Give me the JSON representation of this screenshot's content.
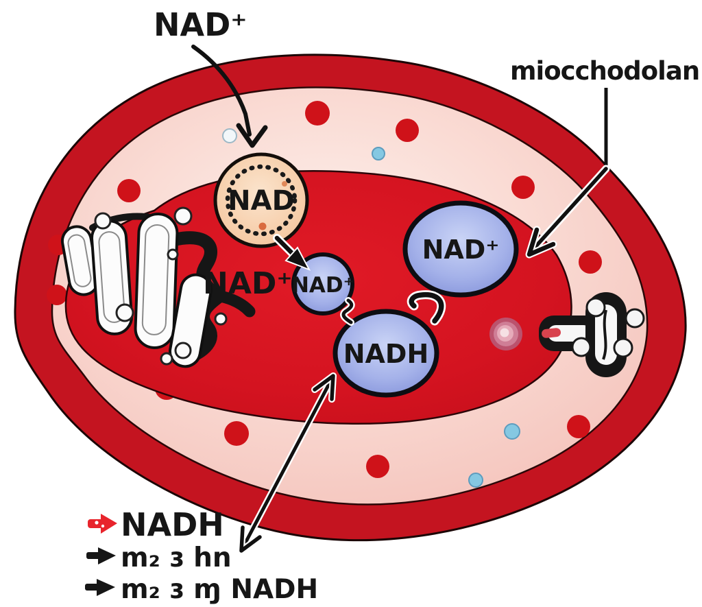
{
  "callouts": {
    "nad_plus_top": {
      "text": "NAD⁺"
    },
    "mitochondrion": {
      "text": "miocchodolan"
    }
  },
  "cytoplasm_label": {
    "text": "NAD⁺"
  },
  "molecules": {
    "nad_vesicle": {
      "label": "NAD"
    },
    "nad_plus_small": {
      "label": "NAD⁺"
    },
    "nad_plus_large": {
      "label": "NAD⁺"
    },
    "nadh": {
      "label": "NADH"
    }
  },
  "legend": {
    "items": [
      {
        "label": "NADH",
        "arrow_color": "#e8242c"
      },
      {
        "label": "m₂ ɜ hn",
        "arrow_color": "#161616"
      },
      {
        "label": "m₂ ɜ ɱ NADH",
        "arrow_color": "#161616"
      }
    ]
  },
  "colors": {
    "membrane_red": "#c41420",
    "cytoplasm_pink": "#f6c9c0",
    "matrix_red": "#d51521",
    "vesicle_peach": "#f6cda9",
    "molecule_blue": "#8e9cdd",
    "dot_red": "#cf1219",
    "dot_blue": "#85c8e2",
    "legend_arrow_red": "#e8242c"
  }
}
